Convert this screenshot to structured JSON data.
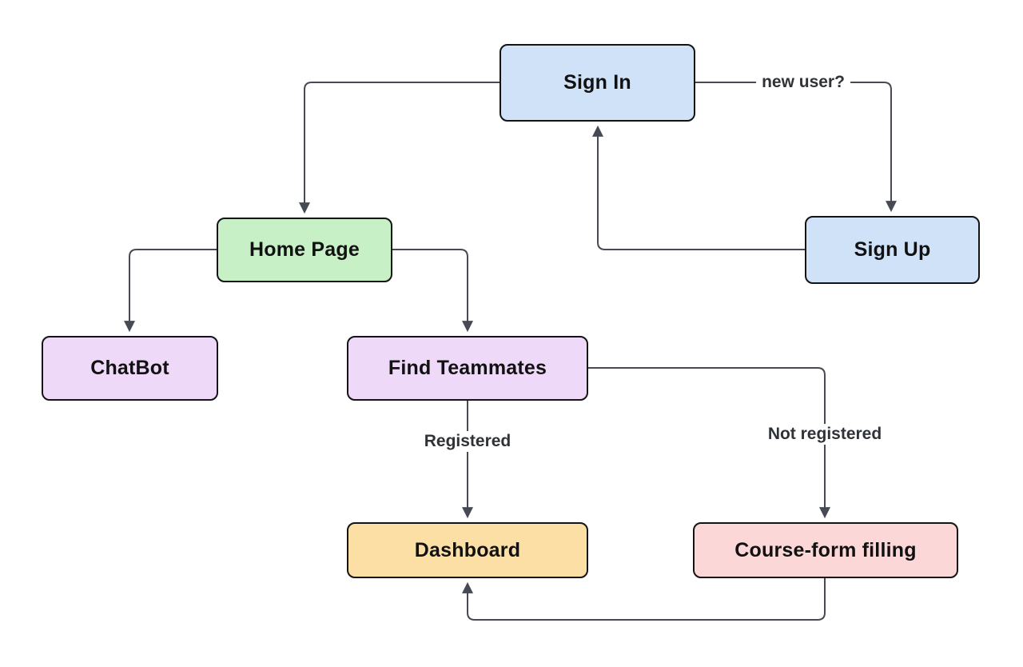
{
  "diagram": {
    "nodes": {
      "sign_in": {
        "label": "Sign In",
        "fill": "#cfe2f8"
      },
      "sign_up": {
        "label": "Sign Up",
        "fill": "#cfe2f8"
      },
      "home_page": {
        "label": "Home Page",
        "fill": "#c8f0c6"
      },
      "chatbot": {
        "label": "ChatBot",
        "fill": "#eed9f9"
      },
      "find_teammates": {
        "label": "Find Teammates",
        "fill": "#eed9f9"
      },
      "dashboard": {
        "label": "Dashboard",
        "fill": "#fcdfa5"
      },
      "course_form_filling": {
        "label": "Course-form filling",
        "fill": "#fbd7d8"
      }
    },
    "edge_labels": {
      "new_user": "new user?",
      "registered": "Registered",
      "not_registered": "Not registered"
    },
    "colors": {
      "edge": "#454a54",
      "node_border": "#141414",
      "node_text": "#111111",
      "edge_label_text": "#2f3337",
      "background": "#ffffff"
    }
  }
}
